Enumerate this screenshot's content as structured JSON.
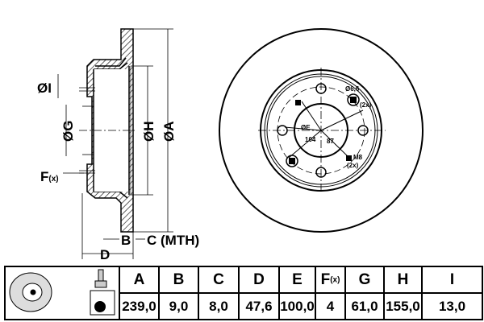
{
  "drawing": {
    "labels": {
      "dia_i": "ØI",
      "dia_g": "ØG",
      "dia_h": "ØH",
      "dia_a": "ØA",
      "f": "F",
      "f_suffix": "(x)",
      "b": "B",
      "c_mth": "C (MTH)",
      "d": "D",
      "hole_dia": "Ø6,6",
      "hole_count": "(2x)",
      "dia_e": "ØE",
      "dim_104": "104",
      "dim_87": "87",
      "thread": "M8",
      "thread_count": "(2x)"
    }
  },
  "table": {
    "headers": [
      "A",
      "B",
      "C",
      "D",
      "E",
      "F",
      "G",
      "H",
      "I"
    ],
    "f_suffix": "(x)",
    "values": [
      "239,0",
      "9,0",
      "8,0",
      "47,6",
      "100,0",
      "4",
      "61,0",
      "155,0",
      "13,0"
    ]
  }
}
